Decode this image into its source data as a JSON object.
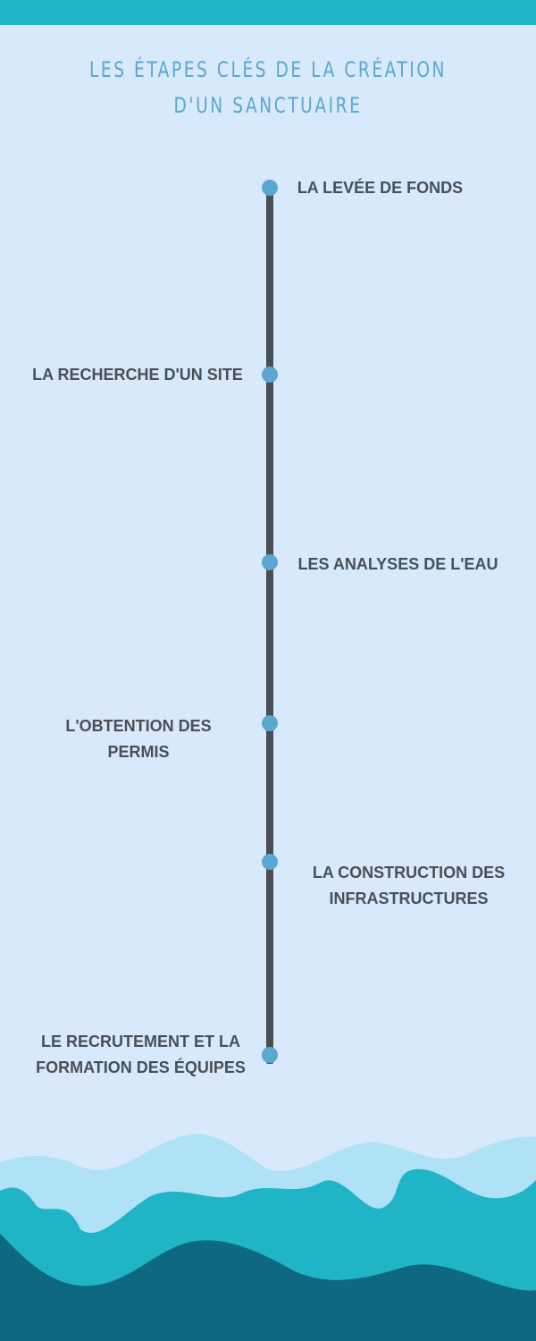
{
  "title": "LES ÉTAPES CLÉS DE LA CRÉATION D'UN SANCTUAIRE",
  "steps": [
    {
      "label": "LA LEVÉE DE FONDS"
    },
    {
      "label": "LA RECHERCHE D'UN SITE"
    },
    {
      "label": "LES ANALYSES DE L'EAU"
    },
    {
      "label": "L'OBTENTION DES PERMIS"
    },
    {
      "label": "LA CONSTRUCTION DES INFRASTRUCTURES"
    },
    {
      "label": "LE RECRUTEMENT ET LA FORMATION DES ÉQUIPES"
    }
  ],
  "colors": {
    "background": "#d7e9fb",
    "accent": "#1fb5c6",
    "title": "#5aa7cf",
    "line": "#4a4e57",
    "dot": "#5aa7cf",
    "wave_light": "#afe1f7",
    "wave_mid": "#1fb5c6",
    "wave_dark": "#0d6880"
  }
}
